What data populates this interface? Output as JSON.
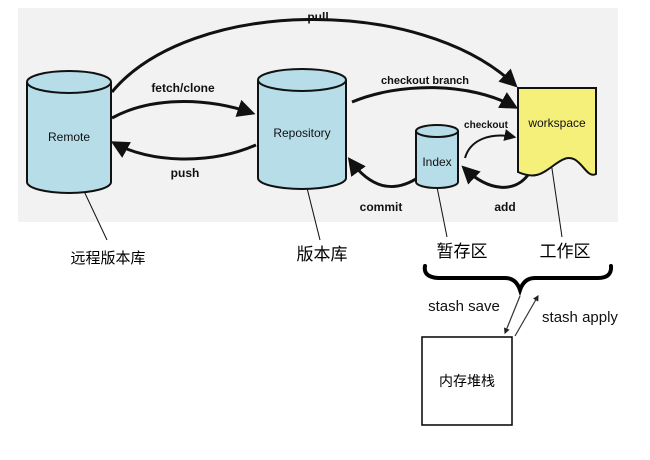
{
  "nodes": {
    "remote": "Remote",
    "repository": "Repository",
    "index": "Index",
    "workspace": "workspace",
    "stack": "内存堆栈"
  },
  "edges": {
    "pull": "pull",
    "fetch_clone": "fetch/clone",
    "push": "push",
    "checkout_branch": "checkout branch",
    "checkout": "checkout",
    "commit": "commit",
    "add": "add",
    "stash_save": "stash save",
    "stash_apply": "stash apply"
  },
  "captions": {
    "remote": "远程版本库",
    "repository": "版本库",
    "index": "暂存区",
    "workspace": "工作区"
  },
  "colors": {
    "cylinder_fill": "#b7dde9",
    "workspace_fill": "#f5f07a",
    "panel_bg": "#f2f2f2",
    "stroke": "#111111"
  }
}
